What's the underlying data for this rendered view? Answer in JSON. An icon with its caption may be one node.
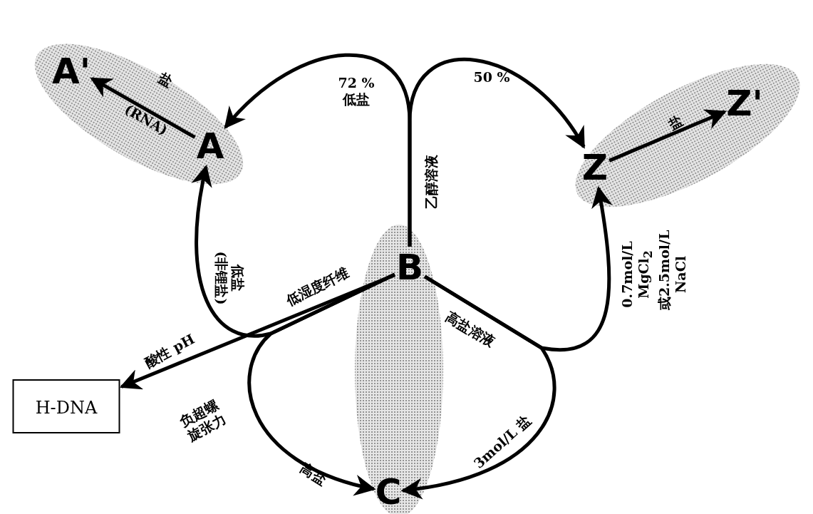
{
  "diagram": {
    "nodes": [
      {
        "text": [
          "A'"
        ]
      },
      {
        "text": [
          "A"
        ]
      },
      {
        "text": [
          "B"
        ]
      },
      {
        "text": [
          "Z"
        ]
      },
      {
        "text": [
          "Z'"
        ]
      },
      {
        "text": [
          "H-DNA"
        ]
      },
      {
        "text": [
          "C"
        ]
      }
    ],
    "edges": [
      {
        "from": 1,
        "to": 0,
        "arrow": "to",
        "label": "盐"
      },
      {
        "from": 2,
        "to": 1,
        "arrow": "to",
        "label": "72 % 低盐"
      },
      {
        "from": 2,
        "to": 3,
        "arrow": "to",
        "label": "50 %"
      },
      {
        "from": 2,
        "to": 1,
        "arrow": "to",
        "label": "低盐 (非锂盐)"
      },
      {
        "from": 2,
        "to": 5,
        "arrow": "to",
        "label": "酸性 pH"
      },
      {
        "from": 2,
        "to": 6,
        "arrow": "to",
        "label": "高盐"
      },
      {
        "from": 2,
        "to": 3,
        "arrow": "to",
        "label": "0.7mol/L MgCl$_{2}$ 或2.5mol/L NaCl"
      },
      {
        "from": 2,
        "to": 6,
        "arrow": "to",
        "label": "3mol/L 盐"
      },
      {
        "from": 3,
        "to": 4,
        "arrow": "to",
        "label": "盐"
      }
    ],
    "labels": [
      "(RNA)",
      "乙醇溶液",
      "低湿度纤维",
      "负超螺旋张力",
      "高盐溶液"
    ]
  }
}
